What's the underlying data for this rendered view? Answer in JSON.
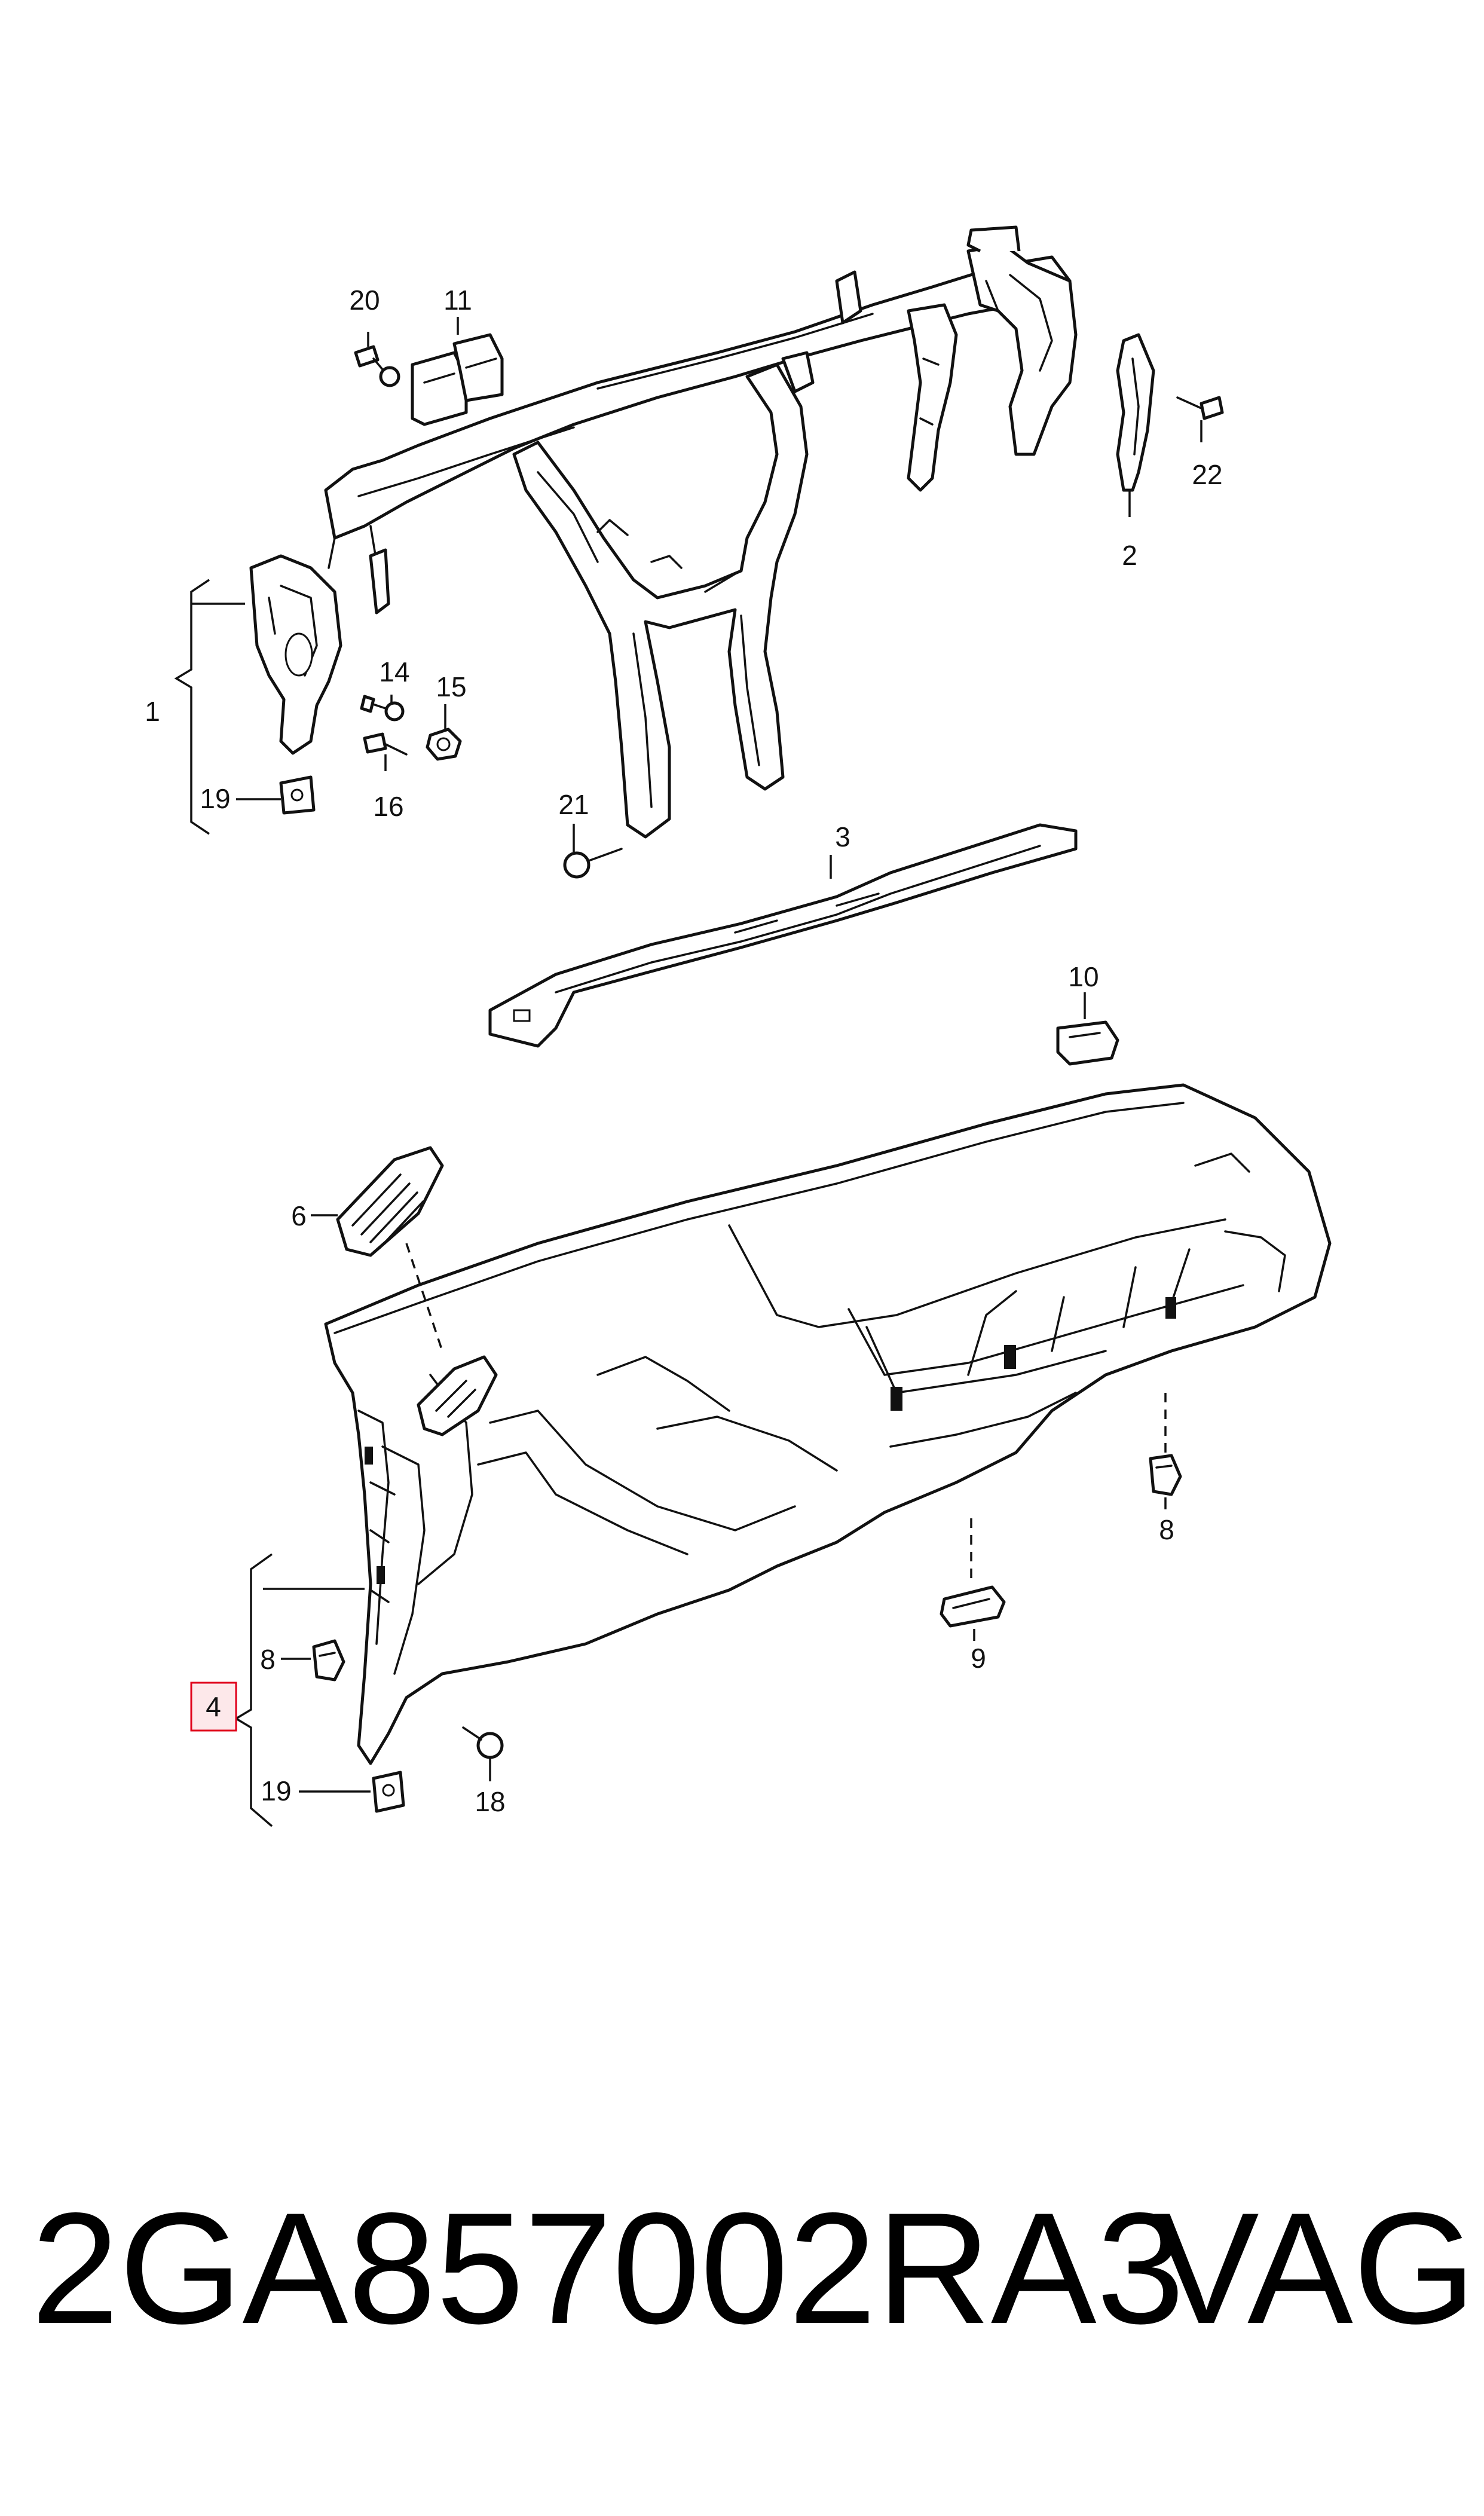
{
  "diagram": {
    "callouts": [
      {
        "id": "c20",
        "label": "20"
      },
      {
        "id": "c11",
        "label": "11"
      },
      {
        "id": "c22",
        "label": "22"
      },
      {
        "id": "c2",
        "label": "2"
      },
      {
        "id": "c1",
        "label": "1"
      },
      {
        "id": "c14",
        "label": "14"
      },
      {
        "id": "c15",
        "label": "15"
      },
      {
        "id": "c16",
        "label": "16"
      },
      {
        "id": "c19a",
        "label": "19"
      },
      {
        "id": "c21",
        "label": "21"
      },
      {
        "id": "c3",
        "label": "3"
      },
      {
        "id": "c10",
        "label": "10"
      },
      {
        "id": "c6",
        "label": "6"
      },
      {
        "id": "c8a",
        "label": "8"
      },
      {
        "id": "c9",
        "label": "9"
      },
      {
        "id": "c8b",
        "label": "8"
      },
      {
        "id": "c4",
        "label": "4"
      },
      {
        "id": "c18",
        "label": "18"
      },
      {
        "id": "c19b",
        "label": "19"
      }
    ],
    "highlight_color": "#e0001b"
  },
  "footer": {
    "part_number": "2GA857002RA3",
    "brand": "VAG"
  }
}
